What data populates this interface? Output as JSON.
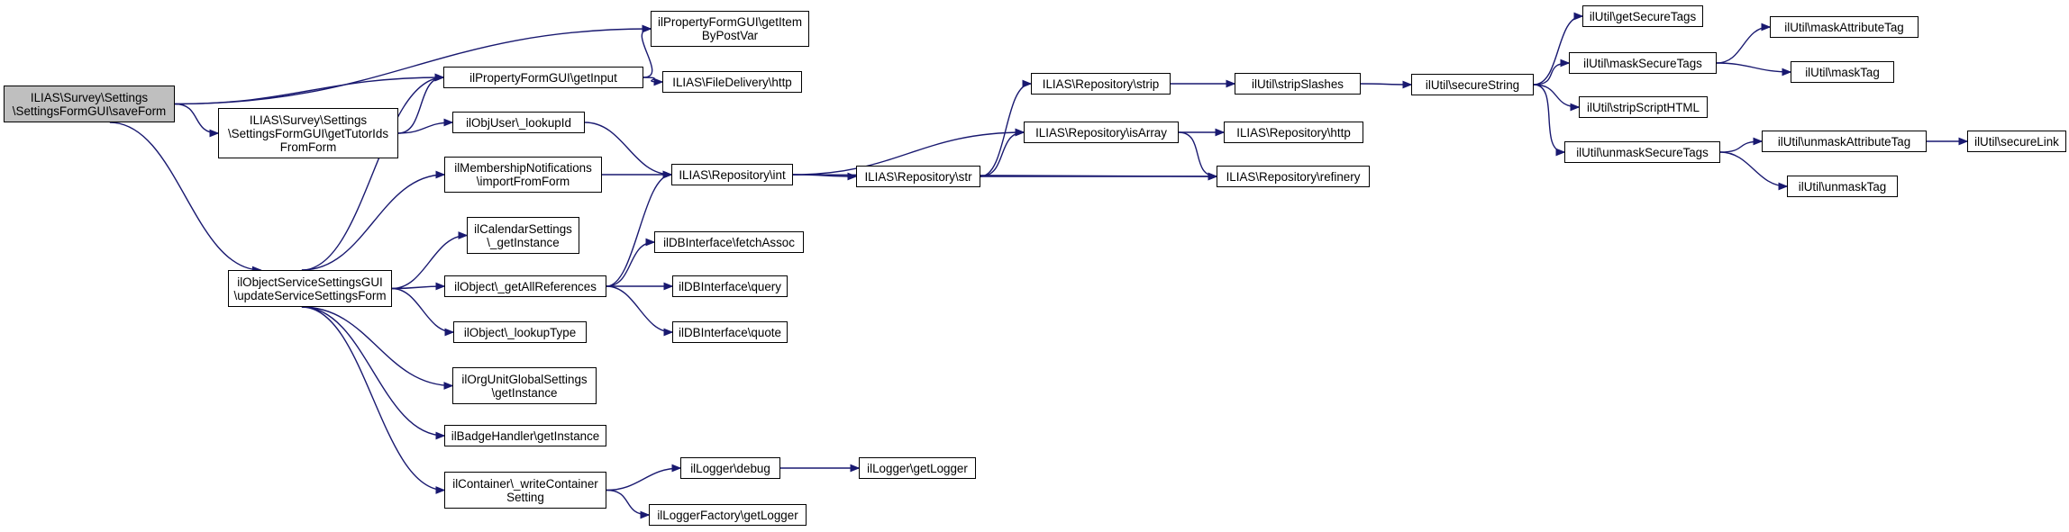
{
  "graph": {
    "title": "",
    "edge_color": "#191970",
    "root_fill": "#bfbfbf",
    "node_fill": "#ffffff",
    "nodes": [
      {
        "id": "saveForm",
        "label": "ILIAS\\Survey\\Settings\n\\SettingsFormGUI\\saveForm",
        "root": true
      },
      {
        "id": "getItemByPostVar",
        "label": "ilPropertyFormGUI\\getItem\nByPostVar"
      },
      {
        "id": "getInput",
        "label": "ilPropertyFormGUI\\getInput"
      },
      {
        "id": "fileHttp",
        "label": "ILIAS\\FileDelivery\\http"
      },
      {
        "id": "getTutorIds",
        "label": "ILIAS\\Survey\\Settings\n\\SettingsFormGUI\\getTutorIds\nFromForm"
      },
      {
        "id": "lookupId",
        "label": "ilObjUser\\_lookupId"
      },
      {
        "id": "importFromForm",
        "label": "ilMembershipNotifications\n\\importFromForm"
      },
      {
        "id": "repoInt",
        "label": "ILIAS\\Repository\\int"
      },
      {
        "id": "repoStr",
        "label": "ILIAS\\Repository\\str"
      },
      {
        "id": "repoStrip",
        "label": "ILIAS\\Repository\\strip"
      },
      {
        "id": "repoIsArray",
        "label": "ILIAS\\Repository\\isArray"
      },
      {
        "id": "repoRefinery",
        "label": "ILIAS\\Repository\\refinery"
      },
      {
        "id": "repoHttp",
        "label": "ILIAS\\Repository\\http"
      },
      {
        "id": "stripSlashes",
        "label": "ilUtil\\stripSlashes"
      },
      {
        "id": "secureString",
        "label": "ilUtil\\secureString"
      },
      {
        "id": "getSecureTags",
        "label": "ilUtil\\getSecureTags"
      },
      {
        "id": "maskSecureTags",
        "label": "ilUtil\\maskSecureTags"
      },
      {
        "id": "maskAttributeTag",
        "label": "ilUtil\\maskAttributeTag"
      },
      {
        "id": "maskTag",
        "label": "ilUtil\\maskTag"
      },
      {
        "id": "stripScriptHTML",
        "label": "ilUtil\\stripScriptHTML"
      },
      {
        "id": "unmaskSecureTags",
        "label": "ilUtil\\unmaskSecureTags"
      },
      {
        "id": "unmaskAttributeTag",
        "label": "ilUtil\\unmaskAttributeTag"
      },
      {
        "id": "secureLink",
        "label": "ilUtil\\secureLink"
      },
      {
        "id": "unmaskTag",
        "label": "ilUtil\\unmaskTag"
      },
      {
        "id": "updateServiceSettingsForm",
        "label": "ilObjectServiceSettingsGUI\n\\updateServiceSettingsForm"
      },
      {
        "id": "calendarSettings",
        "label": "ilCalendarSettings\n\\_getInstance"
      },
      {
        "id": "getAllReferences",
        "label": "ilObject\\_getAllReferences"
      },
      {
        "id": "fetchAssoc",
        "label": "ilDBInterface\\fetchAssoc"
      },
      {
        "id": "dbQuery",
        "label": "ilDBInterface\\query"
      },
      {
        "id": "dbQuote",
        "label": "ilDBInterface\\quote"
      },
      {
        "id": "lookupType",
        "label": "ilObject\\_lookupType"
      },
      {
        "id": "orgUnitSettings",
        "label": "ilOrgUnitGlobalSettings\n\\getInstance"
      },
      {
        "id": "badgeHandler",
        "label": "ilBadgeHandler\\getInstance"
      },
      {
        "id": "writeContainerSetting",
        "label": "ilContainer\\_writeContainer\nSetting"
      },
      {
        "id": "loggerDebug",
        "label": "ilLogger\\debug"
      },
      {
        "id": "loggerGetLogger",
        "label": "ilLogger\\getLogger"
      },
      {
        "id": "loggerFactoryGetLogger",
        "label": "ilLoggerFactory\\getLogger"
      }
    ],
    "edges": [
      [
        "saveForm",
        "getItemByPostVar"
      ],
      [
        "saveForm",
        "getInput"
      ],
      [
        "saveForm",
        "getTutorIds"
      ],
      [
        "saveForm",
        "updateServiceSettingsForm"
      ],
      [
        "getInput",
        "getItemByPostVar"
      ],
      [
        "getInput",
        "fileHttp"
      ],
      [
        "getTutorIds",
        "getInput"
      ],
      [
        "getTutorIds",
        "lookupId"
      ],
      [
        "lookupId",
        "repoInt"
      ],
      [
        "importFromForm",
        "repoInt"
      ],
      [
        "repoInt",
        "repoStr"
      ],
      [
        "repoInt",
        "repoIsArray"
      ],
      [
        "repoInt",
        "repoRefinery"
      ],
      [
        "repoStr",
        "repoStrip"
      ],
      [
        "repoStr",
        "repoIsArray"
      ],
      [
        "repoStr",
        "repoRefinery"
      ],
      [
        "repoStrip",
        "stripSlashes"
      ],
      [
        "repoIsArray",
        "repoHttp"
      ],
      [
        "repoIsArray",
        "repoRefinery"
      ],
      [
        "stripSlashes",
        "secureString"
      ],
      [
        "secureString",
        "getSecureTags"
      ],
      [
        "secureString",
        "maskSecureTags"
      ],
      [
        "secureString",
        "stripScriptHTML"
      ],
      [
        "secureString",
        "unmaskSecureTags"
      ],
      [
        "maskSecureTags",
        "maskAttributeTag"
      ],
      [
        "maskSecureTags",
        "maskTag"
      ],
      [
        "unmaskSecureTags",
        "unmaskAttributeTag"
      ],
      [
        "unmaskSecureTags",
        "unmaskTag"
      ],
      [
        "unmaskAttributeTag",
        "secureLink"
      ],
      [
        "updateServiceSettingsForm",
        "getInput"
      ],
      [
        "updateServiceSettingsForm",
        "importFromForm"
      ],
      [
        "updateServiceSettingsForm",
        "calendarSettings"
      ],
      [
        "updateServiceSettingsForm",
        "getAllReferences"
      ],
      [
        "updateServiceSettingsForm",
        "lookupType"
      ],
      [
        "updateServiceSettingsForm",
        "orgUnitSettings"
      ],
      [
        "updateServiceSettingsForm",
        "badgeHandler"
      ],
      [
        "updateServiceSettingsForm",
        "writeContainerSetting"
      ],
      [
        "getAllReferences",
        "repoInt"
      ],
      [
        "getAllReferences",
        "fetchAssoc"
      ],
      [
        "getAllReferences",
        "dbQuery"
      ],
      [
        "getAllReferences",
        "dbQuote"
      ],
      [
        "writeContainerSetting",
        "loggerDebug"
      ],
      [
        "writeContainerSetting",
        "loggerFactoryGetLogger"
      ],
      [
        "loggerDebug",
        "loggerGetLogger"
      ]
    ]
  }
}
